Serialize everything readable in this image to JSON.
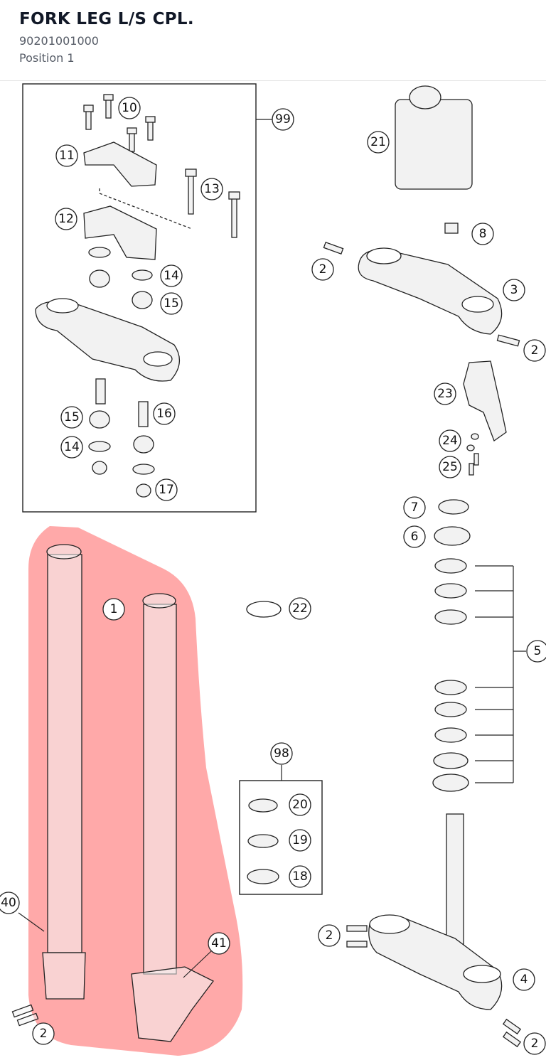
{
  "header": {
    "title": "FORK LEG L/S CPL.",
    "part_number": "90201001000",
    "position": "Position 1"
  },
  "callouts": [
    "10",
    "11",
    "12",
    "13",
    "14",
    "15",
    "16",
    "17",
    "99",
    "21",
    "8",
    "2",
    "3",
    "23",
    "24",
    "25",
    "7",
    "6",
    "5",
    "22",
    "1",
    "98",
    "20",
    "19",
    "18",
    "40",
    "41",
    "4"
  ],
  "colors": {
    "highlight": "#ff9a9a",
    "line": "#222222"
  }
}
